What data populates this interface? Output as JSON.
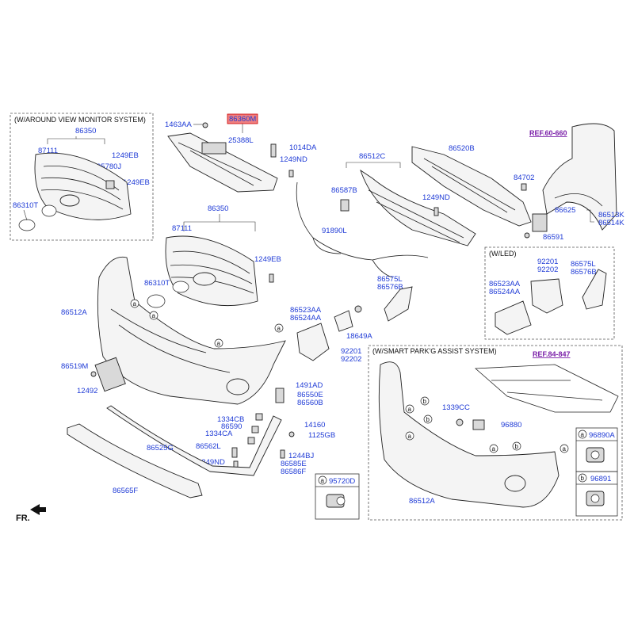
{
  "captions": {
    "around_view": "(W/AROUND VIEW MONITOR SYSTEM)",
    "w_led": "(W/LED)",
    "smart_park": "(W/SMART PARK'G ASSIST SYSTEM)",
    "fr": "FR."
  },
  "refs": {
    "ref_fender": "REF.60-660",
    "ref_wiring": "REF.84-847"
  },
  "parts": {
    "p1463AA": "1463AA",
    "p86360M": "86360M",
    "p25388L": "25388L",
    "p1014DA": "1014DA",
    "p1249ND_a": "1249ND",
    "p86350_a": "86350",
    "p87111_a": "87111",
    "p1249EB_a": "1249EB",
    "p95780J": "95780J",
    "p1249EB_b": "1249EB",
    "p86310T_a": "86310T",
    "p86512C": "86512C",
    "p86520B": "86520B",
    "p84702": "84702",
    "p86587B": "86587B",
    "p1249ND_b": "1249ND",
    "p86625": "86625",
    "p86513K": "86513K",
    "p86514K": "86514K",
    "p86591": "86591",
    "p86350_b": "86350",
    "p87111_b": "87111",
    "p1249EB_c": "1249EB",
    "p86310T_b": "86310T",
    "p91890L": "91890L",
    "p86575L_a": "86575L",
    "p86576B_a": "86576B",
    "p86512A_a": "86512A",
    "p86523AA_a": "86523AA",
    "p86524AA_a": "86524AA",
    "p18649A": "18649A",
    "p92201_a": "92201",
    "p92202_a": "92202",
    "p92201_b": "92201",
    "p92202_b": "92202",
    "p86575L_b": "86575L",
    "p86576B_b": "86576B",
    "p86523AA_b": "86523AA",
    "p86524AA_b": "86524AA",
    "p86519M": "86519M",
    "p12492": "12492",
    "p1491AD": "1491AD",
    "p86550E": "86550E",
    "p86560B": "86560B",
    "p1334CB": "1334CB",
    "p86590": "86590",
    "p1334CA": "1334CA",
    "p14160": "14160",
    "p1125GB": "1125GB",
    "p86562L": "86562L",
    "p1244BJ": "1244BJ",
    "p1249ND_c": "1249ND",
    "p86585E": "86585E",
    "p86586F": "86586F",
    "p86525G": "86525G",
    "p86565F": "86565F",
    "p95720D": "95720D",
    "p1339CC": "1339CC",
    "p96880": "96880",
    "p86512A_b": "86512A",
    "p96890A": "96890A",
    "p96891": "96891"
  },
  "callouts": {
    "a": "a",
    "b": "b"
  }
}
